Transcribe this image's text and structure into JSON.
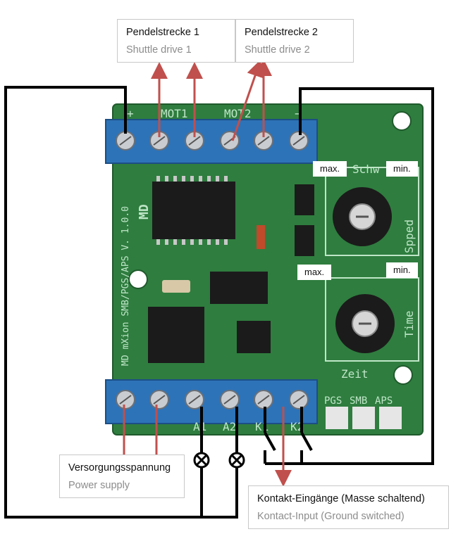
{
  "callouts": {
    "shuttle1": {
      "de": "Pendelstrecke 1",
      "en": "Shuttle drive 1"
    },
    "shuttle2": {
      "de": "Pendelstrecke 2",
      "en": "Shuttle drive 2"
    },
    "power": {
      "de": "Versorgungsspannung",
      "en": "Power supply"
    },
    "contacts": {
      "de": "Kontakt-Eingänge (Masse schaltend)",
      "en": "Kontact-Input (Ground switched)"
    }
  },
  "pot_tags": {
    "speed_max": "max.",
    "speed_min": "min.",
    "time_max": "max.",
    "time_min": "min."
  },
  "board": {
    "label_plus": "+",
    "label_mot1": "MOT1",
    "label_mot2": "MOT2",
    "label_minus": "−",
    "silkscreen_model": "MD mXion SMB/PGS/APS V. 1.0.0",
    "logo": "MD",
    "label_schw": "Schw",
    "label_speed": "Spped",
    "label_time": "Time",
    "label_zeit": "Zeit",
    "label_a1": "A1",
    "label_a2": "A2",
    "label_k1": "K1",
    "label_k2": "K2",
    "jumper_labels": [
      "PGS",
      "SMB",
      "APS"
    ]
  },
  "colors": {
    "pcb": "#2f7d3f",
    "terminal": "#2d73b8",
    "arrow": "#c0504d",
    "wire": "#000000"
  }
}
